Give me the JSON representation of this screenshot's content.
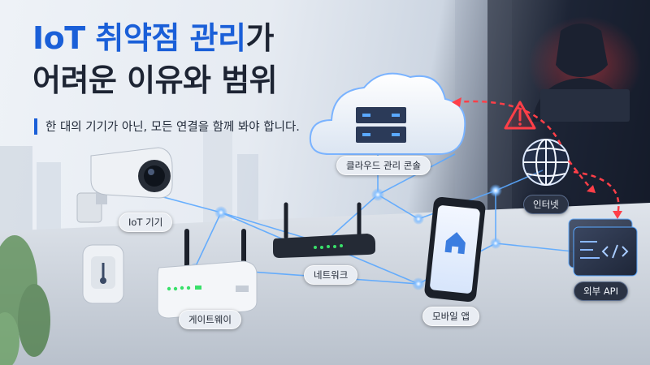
{
  "title": {
    "line1_accent": "IoT 취약점 관리",
    "line1_rest": "가",
    "line2": "어려운 이유와 범위"
  },
  "subtitle": "한 대의 기기가 아닌, 모든 연결을 함께 봐야 합니다.",
  "labels": {
    "iot_device": "IoT 기기",
    "cloud_console": "클라우드 관리 콘솔",
    "network": "네트워크",
    "gateway": "게이트웨이",
    "internet": "인터넷",
    "mobile_app": "모바일 앱",
    "external_api": "외부 API"
  },
  "icons": {
    "warning": "warning-triangle-icon",
    "globe": "globe-icon",
    "home": "home-icon",
    "code": "code-icon",
    "thermometer": "thermometer-icon"
  },
  "colors": {
    "accent_blue": "#1a5fd8",
    "link_glow": "#5aa8ff",
    "threat_red": "#e0242e"
  }
}
